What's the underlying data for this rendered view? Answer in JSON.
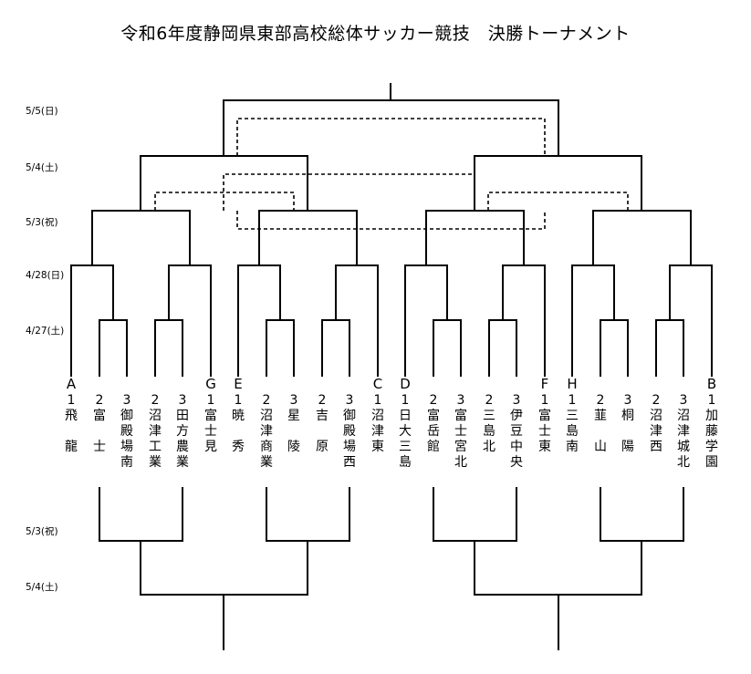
{
  "title": "令和6年度静岡県東部高校総体サッカー競技　決勝トーナメント",
  "dates_top": [
    "5/5(日)",
    "5/4(土)",
    "5/3(祝)",
    "4/28(日)",
    "4/27(土)"
  ],
  "dates_bottom": [
    "5/3(祝)",
    "5/4(土)"
  ],
  "teams": [
    {
      "letter": "A",
      "seed": "1",
      "name": "飛 龍"
    },
    {
      "letter": "",
      "seed": "2",
      "name": "富 士"
    },
    {
      "letter": "",
      "seed": "3",
      "name": "御殿場南"
    },
    {
      "letter": "",
      "seed": "2",
      "name": "沼津工業"
    },
    {
      "letter": "",
      "seed": "3",
      "name": "田方農業"
    },
    {
      "letter": "G",
      "seed": "1",
      "name": "富士見"
    },
    {
      "letter": "E",
      "seed": "1",
      "name": "暁 秀"
    },
    {
      "letter": "",
      "seed": "2",
      "name": "沼津商業"
    },
    {
      "letter": "",
      "seed": "3",
      "name": "星 陵"
    },
    {
      "letter": "",
      "seed": "2",
      "name": "吉 原"
    },
    {
      "letter": "",
      "seed": "3",
      "name": "御殿場西"
    },
    {
      "letter": "C",
      "seed": "1",
      "name": "沼津東"
    },
    {
      "letter": "D",
      "seed": "1",
      "name": "日大三島"
    },
    {
      "letter": "",
      "seed": "2",
      "name": "富岳館"
    },
    {
      "letter": "",
      "seed": "3",
      "name": "富士宮北"
    },
    {
      "letter": "",
      "seed": "2",
      "name": "三島北"
    },
    {
      "letter": "",
      "seed": "3",
      "name": "伊豆中央"
    },
    {
      "letter": "F",
      "seed": "1",
      "name": "富士東"
    },
    {
      "letter": "H",
      "seed": "1",
      "name": "三島南"
    },
    {
      "letter": "",
      "seed": "2",
      "name": "韮 山"
    },
    {
      "letter": "",
      "seed": "3",
      "name": "桐 陽"
    },
    {
      "letter": "",
      "seed": "2",
      "name": "沼津西"
    },
    {
      "letter": "",
      "seed": "3",
      "name": "沼津城北"
    },
    {
      "letter": "B",
      "seed": "1",
      "name": "加藤学園"
    }
  ]
}
